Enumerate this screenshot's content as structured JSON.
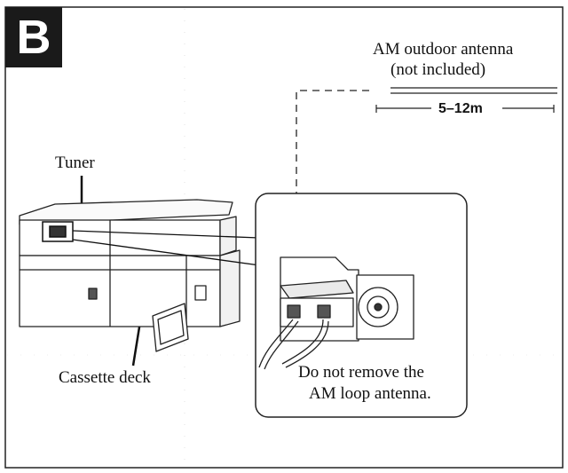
{
  "panel": {
    "letter": "B"
  },
  "labels": {
    "outdoor_antenna_line1": "AM outdoor antenna",
    "outdoor_antenna_line2": "(not included)",
    "length": "5–12m",
    "tuner": "Tuner",
    "cassette_deck": "Cassette deck",
    "note_line1": "Do not remove the",
    "note_line2": "AM loop antenna."
  }
}
